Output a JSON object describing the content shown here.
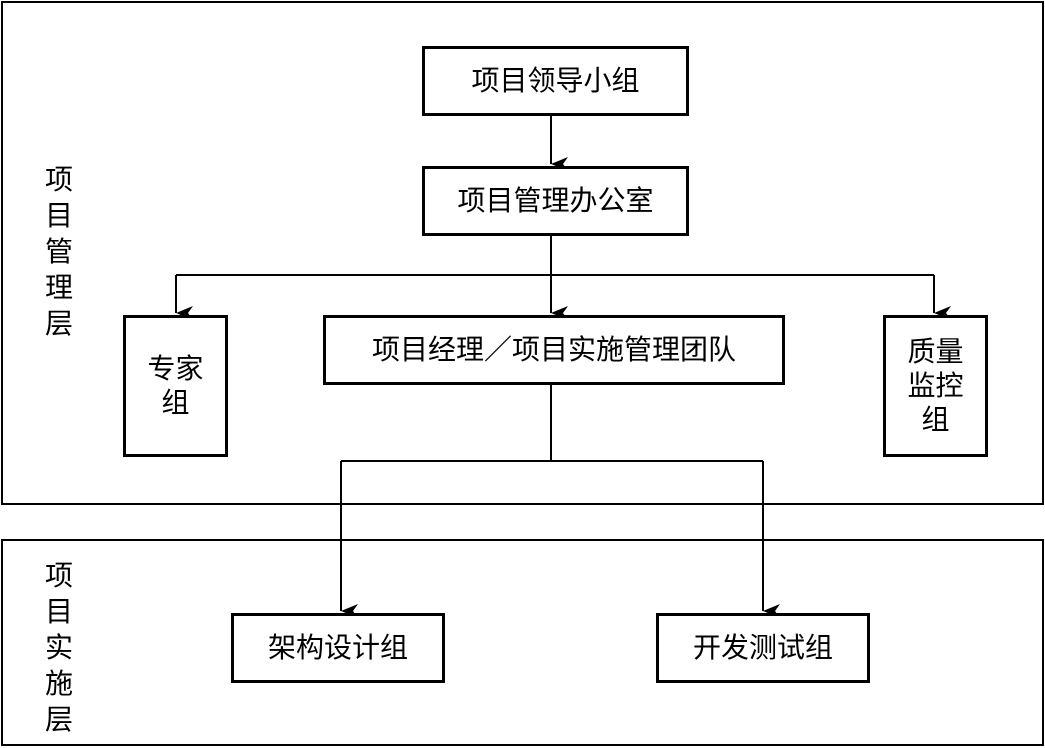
{
  "layers": {
    "management": {
      "label": "项目管理层"
    },
    "implementation": {
      "label": "项目实施层"
    }
  },
  "nodes": {
    "leader_group": "项目领导小组",
    "pmo": "项目管理办公室",
    "pm_team": "项目经理／项目实施管理团队",
    "expert_group": "专家组",
    "quality_group": "质量监控组",
    "architecture_group": "架构设计组",
    "devtest_group": "开发测试组"
  },
  "colors": {
    "line": "#000000",
    "background": "#ffffff"
  }
}
